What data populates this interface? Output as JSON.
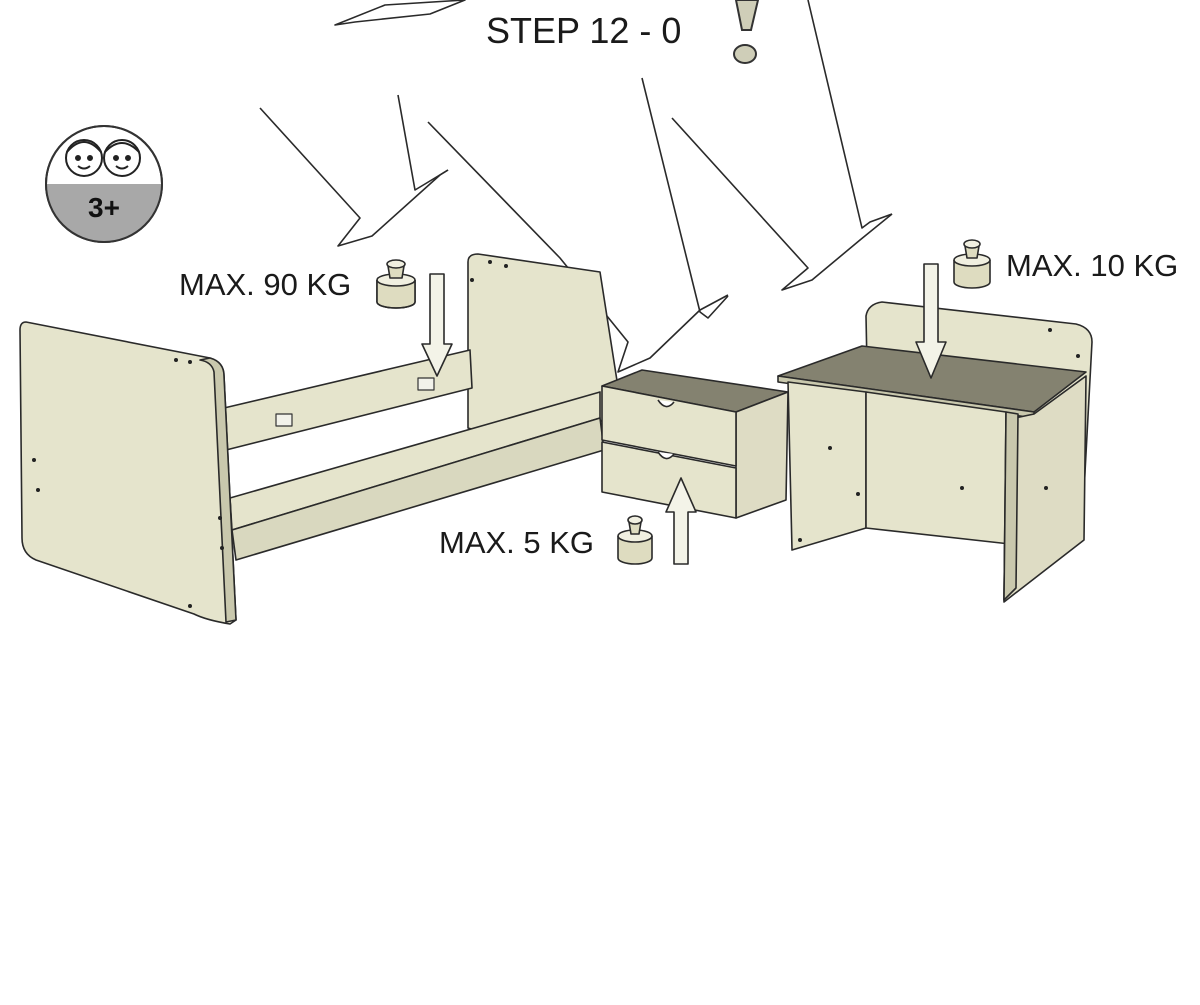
{
  "diagram": {
    "step_title": "STEP 12 - 0",
    "age_badge": {
      "text": "3+",
      "icon": "two-children-faces-icon"
    },
    "load_limits": {
      "bed": "MAX. 90 KG",
      "desk": "MAX. 10 KG",
      "drawer": "MAX. 5 KG"
    },
    "colors": {
      "panel": "#e5e4cc",
      "panel_dark": "#c9c8ad",
      "top_surface": "#848270",
      "line": "#2a2a2a",
      "weight": "#dedcc0",
      "badge_band": "#a8a8a8"
    }
  }
}
